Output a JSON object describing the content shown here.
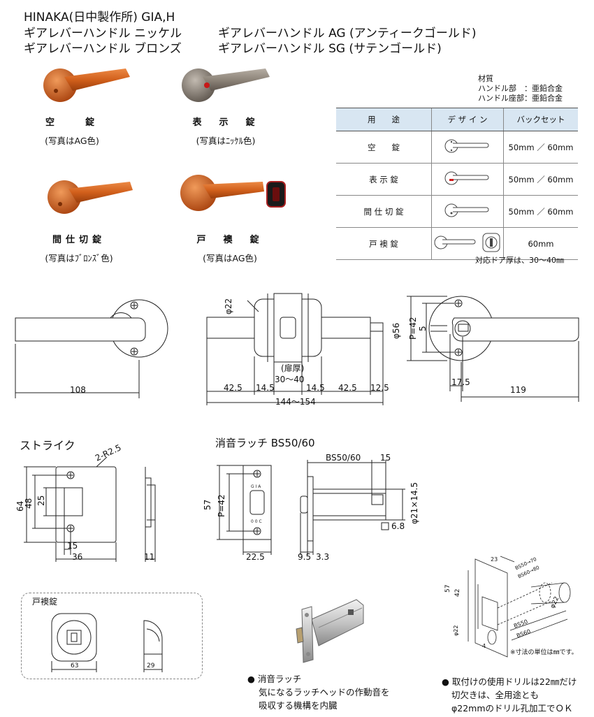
{
  "header": {
    "line1": "HINAKA(日中製作所) GIA,H",
    "line2_left": "ギアレバーハンドル ニッケル",
    "line2_right": "ギアレバーハンドル AG (アンティークゴールド)",
    "line3_left": "ギアレバーハンドル ブロンズ",
    "line3_right": "ギアレバーハンドル SG (サテンゴールド)"
  },
  "photos": [
    {
      "title": "空　　錠",
      "note": "(写真はAG色)",
      "color": "#d2601c"
    },
    {
      "title": "表　示　錠",
      "note": "(写真はﾆｯｹﾙ色)",
      "color": "#8e857a"
    },
    {
      "title": "間仕切錠",
      "note": "(写真はﾌﾞﾛﾝｽﾞ色)",
      "color": "#c85a1c"
    },
    {
      "title": "戸　襖　錠",
      "note": "(写真はAG色)",
      "color": "#d2601c"
    }
  ],
  "material": {
    "title": "材質",
    "line1": "ハンドル部　：亜鉛合金",
    "line2": "ハンドル座部：亜鉛合金"
  },
  "spec_table": {
    "headers": [
      "用　　途",
      "デ ザ イ ン",
      "バックセット"
    ],
    "rows": [
      {
        "use": "空　　錠",
        "backset": "50mm ／ 60mm"
      },
      {
        "use": "表 示 錠",
        "backset": "50mm ／ 60mm"
      },
      {
        "use": "間 仕 切 錠",
        "backset": "50mm ／ 60mm"
      },
      {
        "use": "戸 襖 錠",
        "backset": "60mm"
      }
    ],
    "footnote": "対応ドア厚は、30〜40㎜"
  },
  "dimensions_top": {
    "left_width": "108",
    "phi22": "φ22",
    "door_thickness_label": "(扉厚)",
    "door_thickness": "30〜40",
    "d1": "42.5",
    "d2": "14.5",
    "d3": "14.5",
    "d4": "42.5",
    "d5": "12.5",
    "overall": "144〜154",
    "phi56": "φ56",
    "p42": "P=42",
    "five": "5",
    "d175": "17.5",
    "right_width": "119"
  },
  "strike": {
    "title": "ストライク",
    "r": "2-R2.5",
    "h64": "64",
    "h48": "48",
    "h25": "25",
    "w15": "15",
    "w36": "36",
    "t11": "11"
  },
  "latch": {
    "title": "消音ラッチ BS50/60",
    "h57": "57",
    "p42": "P=42",
    "w225": "22.5",
    "bs": "BS50/60",
    "w15": "15",
    "phi": "φ21×14.5",
    "d68": "6.8",
    "w95": "9.5",
    "w33": "3.3",
    "plate_text1": "G I A",
    "plate_text2": "0 0 C"
  },
  "tofusuma": {
    "title": "戸襖錠",
    "w63": "63",
    "w29": "29"
  },
  "latch_note": {
    "bullet": "●",
    "title": "消音ラッチ",
    "line1": "気になるラッチヘッドの作動音を",
    "line2": "吸収する機構を内臓"
  },
  "install": {
    "d23": "23",
    "bs50_70": "BS50→70",
    "bs60_80": "BS60→80",
    "d57": "57",
    "d42": "42",
    "phi22": "φ22",
    "phi22b": "φ22",
    "bs50": "BS50",
    "bs60": "BS60",
    "d4": "4",
    "unit_note": "※寸法の単位は㎜です。"
  },
  "drill_note": {
    "bullet": "●",
    "line1": "取付けの使用ドリルは22㎜だけ",
    "line2": "切欠きは、全用途とも",
    "line3": "φ22mmのドリル孔加工でＯＫ"
  }
}
